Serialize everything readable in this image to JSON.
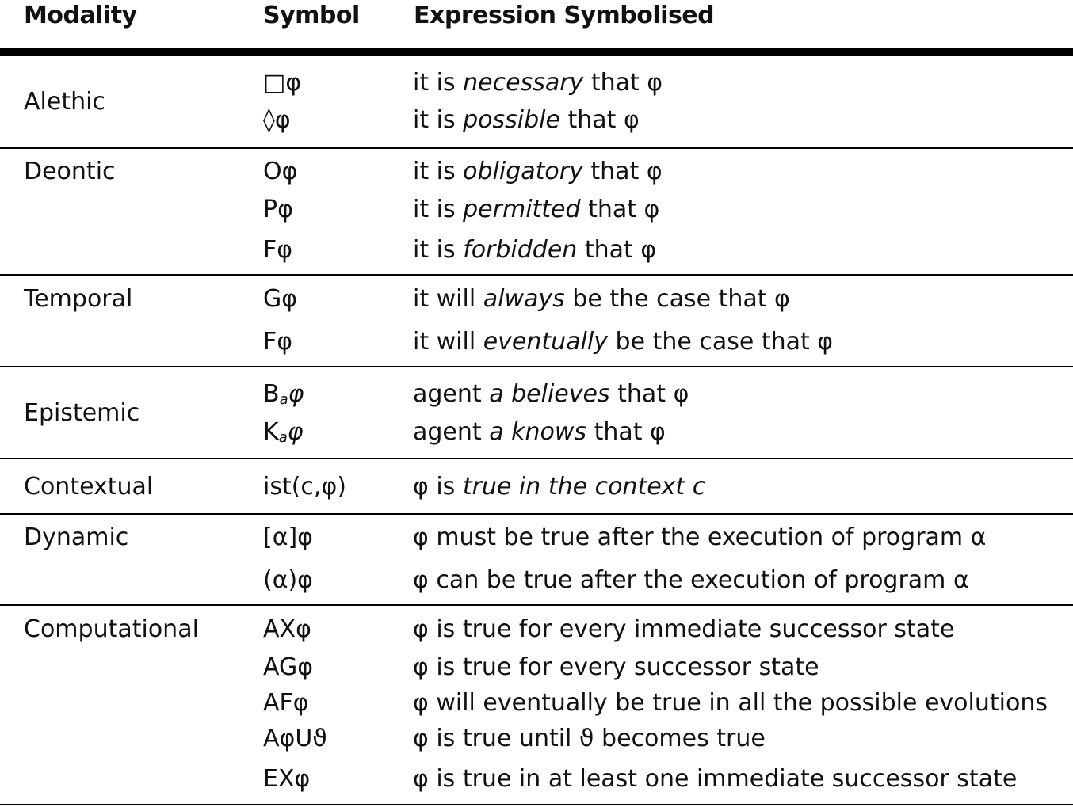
{
  "header": {
    "modality": "Modality",
    "symbol": "Symbol",
    "expression": "Expression Symbolised"
  },
  "groups": [
    {
      "modality": "Alethic",
      "rows": [
        {
          "symbol": "□φ",
          "expr": [
            "it is ",
            "necessary",
            " that  φ"
          ]
        },
        {
          "symbol": "◊φ",
          "expr": [
            "it is ",
            "possible",
            " that  φ"
          ]
        }
      ]
    },
    {
      "modality": "Deontic",
      "rows": [
        {
          "symbol": "Oφ",
          "expr": [
            "it is ",
            "obligatory",
            " that  φ"
          ]
        },
        {
          "symbol": "Pφ",
          "expr": [
            "it is ",
            "permitted",
            " that  φ"
          ]
        },
        {
          "symbol": "Fφ",
          "expr": [
            "it is ",
            "forbidden",
            " that  φ"
          ]
        }
      ]
    },
    {
      "modality": "Temporal",
      "rows": [
        {
          "symbol": "Gφ",
          "expr": [
            "it will ",
            "always",
            "  be the case that φ"
          ]
        },
        {
          "symbol": "Fφ",
          "expr": [
            "it will ",
            "eventually",
            " be the case that  φ"
          ]
        }
      ]
    },
    {
      "modality": "Epistemic",
      "rows": [
        {
          "symbol_main": "B",
          "symbol_sub": "a",
          "symbol_tail": "φ",
          "expr": [
            "agent ",
            "a  believes",
            " that  φ"
          ]
        },
        {
          "symbol_main": "K",
          "symbol_sub": "a",
          "symbol_tail": "φ",
          "expr": [
            "agent ",
            "a  knows",
            " that  φ"
          ]
        }
      ]
    },
    {
      "modality": "Contextual",
      "rows": [
        {
          "symbol": "ist(c,φ)",
          "expr": [
            "φ is ",
            "true in the context c",
            ""
          ]
        }
      ]
    },
    {
      "modality": "Dynamic",
      "rows": [
        {
          "symbol": "[α]φ",
          "expr": [
            "φ must be true after the execution of program   α",
            "",
            ""
          ]
        },
        {
          "symbol": "(α)φ",
          "expr": [
            "φ can be true after the execution of program   α",
            "",
            ""
          ]
        }
      ]
    },
    {
      "modality": "Computational",
      "rows": [
        {
          "symbol": "AXφ",
          "expr": [
            "φ is true for every immediate successor   state",
            "",
            ""
          ]
        },
        {
          "symbol": "AGφ",
          "expr": [
            "φ is true for every successor  state",
            "",
            ""
          ]
        },
        {
          "symbol": "AFφ",
          "expr": [
            "φ will eventually be true in all the possible evolutions",
            "",
            ""
          ]
        },
        {
          "symbol": "AφUϑ",
          "expr": [
            "φ is true until ϑ becomes  true",
            "",
            ""
          ]
        },
        {
          "symbol": "EXφ",
          "expr": [
            "φ is true in at least one  immediate successor state",
            "",
            ""
          ]
        }
      ]
    }
  ]
}
